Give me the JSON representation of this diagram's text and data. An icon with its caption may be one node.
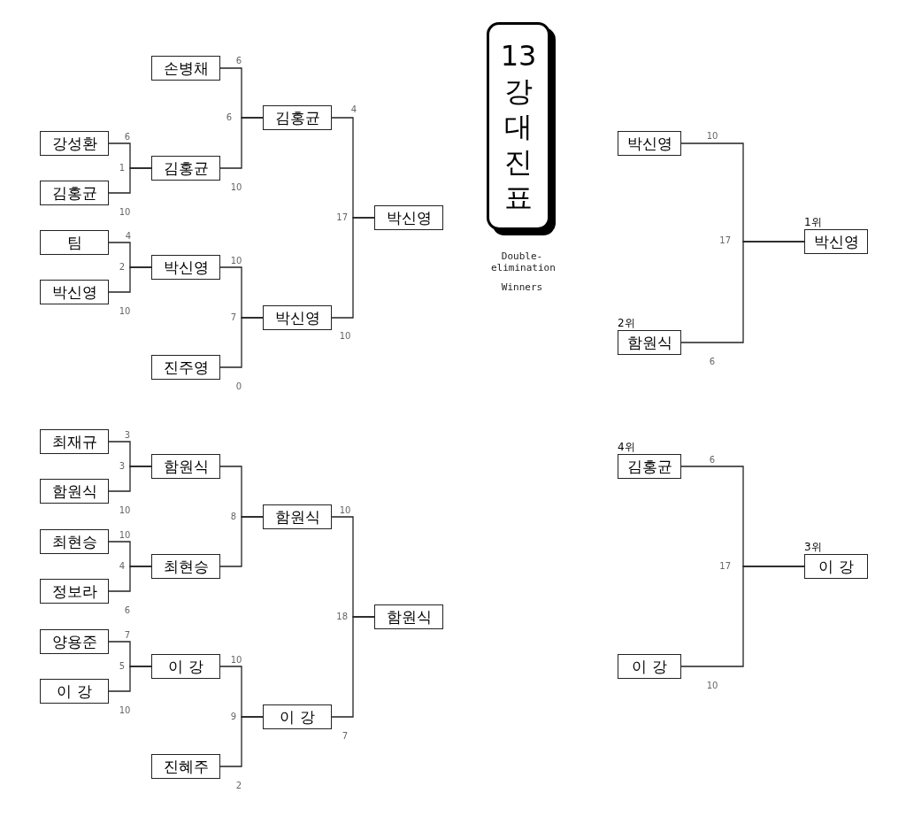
{
  "diagram": {
    "title": "13 강 대 진 표",
    "nodes": [
      {
        "text": [
          "손병채"
        ],
        "beside": [
          "6"
        ]
      },
      {
        "text": [
          "김홍균"
        ],
        "beside": [
          "4"
        ]
      },
      {
        "text": [
          "강성환"
        ],
        "beside": [
          "6"
        ]
      },
      {
        "text": [
          "김홍균"
        ],
        "beside": [
          "10"
        ]
      },
      {
        "text": [
          "김홍균"
        ],
        "beside": [
          "10"
        ]
      },
      {
        "text": [
          "박신영"
        ]
      },
      {
        "text": [
          "팀"
        ],
        "beside": [
          "4"
        ]
      },
      {
        "text": [
          "박신영"
        ],
        "beside": [
          "10"
        ]
      },
      {
        "text": [
          "박신영"
        ],
        "beside": [
          "10"
        ]
      },
      {
        "text": [
          "박신영"
        ],
        "beside": [
          "10"
        ]
      },
      {
        "text": [
          "진주영"
        ],
        "beside": [
          "0"
        ]
      },
      {
        "text": [
          "최재규"
        ],
        "beside": [
          "3"
        ]
      },
      {
        "text": [
          "함원식"
        ]
      },
      {
        "text": [
          "함원식"
        ],
        "beside": [
          "10"
        ]
      },
      {
        "text": [
          "함원식"
        ],
        "beside": [
          "10"
        ]
      },
      {
        "text": [
          "최현승"
        ],
        "beside": [
          "10"
        ]
      },
      {
        "text": [
          "최현승"
        ]
      },
      {
        "text": [
          "정보라"
        ],
        "beside": [
          "6"
        ]
      },
      {
        "text": [
          "함원식"
        ]
      },
      {
        "text": [
          "양용준"
        ],
        "beside": [
          "7"
        ]
      },
      {
        "text": [
          "이 강"
        ],
        "beside": [
          "10"
        ]
      },
      {
        "text": [
          "이 강"
        ],
        "beside": [
          "10"
        ]
      },
      {
        "text": [
          "이 강"
        ],
        "beside": [
          "7"
        ]
      },
      {
        "text": [
          "진혜주"
        ],
        "beside": [
          "2"
        ]
      },
      {
        "text": [
          "박신영"
        ],
        "beside": [
          "10"
        ]
      },
      {
        "text": [
          "1위",
          "박신영"
        ]
      },
      {
        "text": [
          "2위",
          "함원식"
        ],
        "beside": [
          "6"
        ]
      },
      {
        "text": [
          "4위",
          "김홍균"
        ],
        "beside": [
          "6"
        ]
      },
      {
        "text": [
          "3위",
          "이 강"
        ]
      },
      {
        "text": [
          "이 강"
        ],
        "beside": [
          "10"
        ]
      }
    ],
    "edges": [
      {
        "from": 0,
        "to": 1,
        "arrow": "none"
      },
      {
        "from": 3,
        "to": 1,
        "arrow": "none"
      },
      {
        "from": 2,
        "to": 3,
        "arrow": "none"
      },
      {
        "from": 4,
        "to": 3,
        "arrow": "none"
      },
      {
        "from": 1,
        "to": 5,
        "arrow": "none"
      },
      {
        "from": 9,
        "to": 5,
        "arrow": "none"
      },
      {
        "from": 6,
        "to": 7,
        "arrow": "none"
      },
      {
        "from": 8,
        "to": 7,
        "arrow": "none"
      },
      {
        "from": 7,
        "to": 9,
        "arrow": "none"
      },
      {
        "from": 10,
        "to": 9,
        "arrow": "none"
      },
      {
        "from": 11,
        "to": 12,
        "arrow": "none"
      },
      {
        "from": 13,
        "to": 12,
        "arrow": "none"
      },
      {
        "from": 12,
        "to": 14,
        "arrow": "none"
      },
      {
        "from": 16,
        "to": 14,
        "arrow": "none"
      },
      {
        "from": 15,
        "to": 16,
        "arrow": "none"
      },
      {
        "from": 17,
        "to": 16,
        "arrow": "none"
      },
      {
        "from": 14,
        "to": 18,
        "arrow": "none"
      },
      {
        "from": 22,
        "to": 18,
        "arrow": "none"
      },
      {
        "from": 19,
        "to": 20,
        "arrow": "none"
      },
      {
        "from": 21,
        "to": 20,
        "arrow": "none"
      },
      {
        "from": 20,
        "to": 22,
        "arrow": "none"
      },
      {
        "from": 23,
        "to": 22,
        "arrow": "none"
      },
      {
        "from": 24,
        "to": 25,
        "arrow": "none"
      },
      {
        "from": 26,
        "to": 25,
        "arrow": "none"
      },
      {
        "from": 27,
        "to": 28,
        "arrow": "none"
      },
      {
        "from": 29,
        "to": 28,
        "arrow": "none"
      }
    ],
    "labels": [
      "Double-elimination",
      "Winners",
      "6",
      "1",
      "2",
      "17",
      "7",
      "17",
      "3",
      "8",
      "4",
      "18",
      "5",
      "9",
      "17"
    ]
  }
}
